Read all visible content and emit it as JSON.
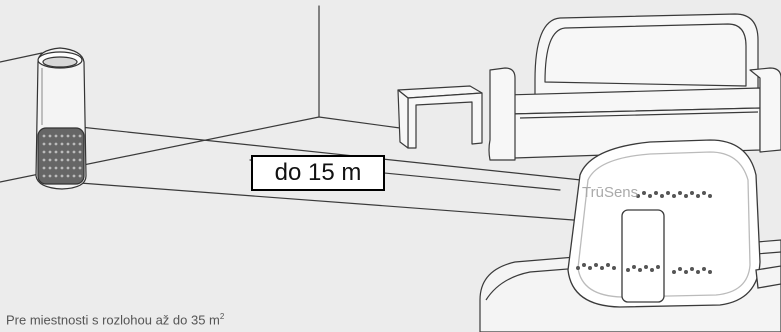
{
  "image": {
    "distance_label": "do 15 m",
    "caption": {
      "text": "Pre miestnosti s rozlohou až do 35 m",
      "superscript": "2"
    },
    "brand_logo": "TrūSens"
  },
  "colors": {
    "background": "#ececec",
    "line": "#3a3a3a",
    "label_box": "#ffffff",
    "caption_text": "#555555",
    "brand_text": "#aaaaaa"
  }
}
